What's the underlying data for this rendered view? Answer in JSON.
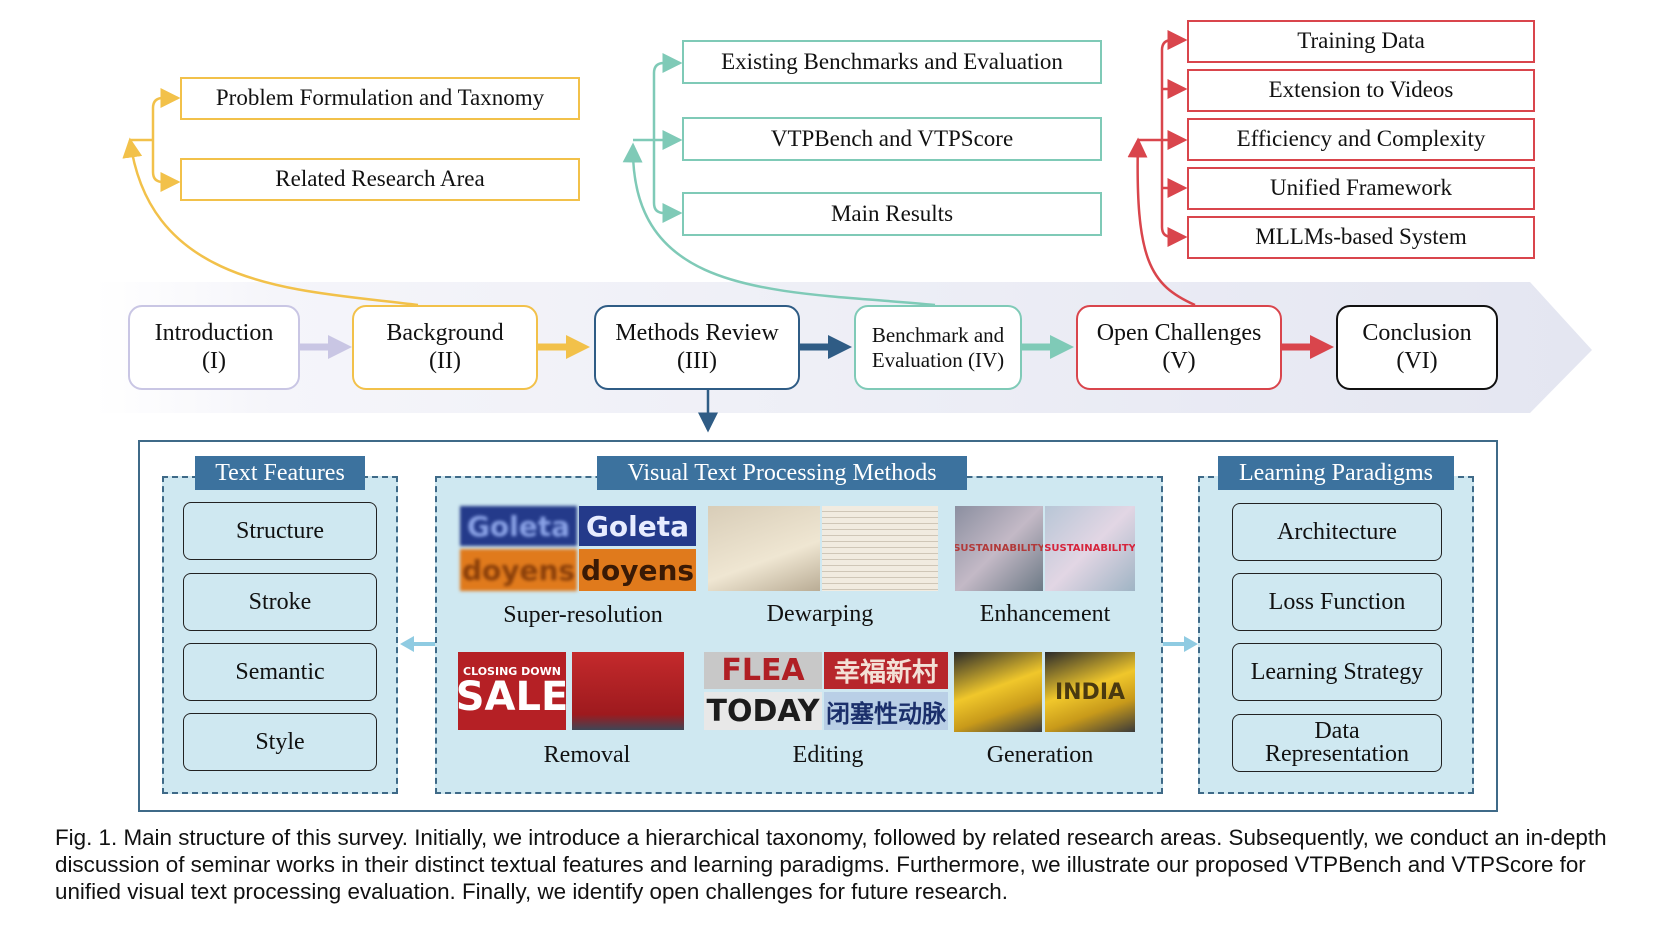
{
  "sections": [
    {
      "label": "Introduction",
      "num": "(I)"
    },
    {
      "label": "Background",
      "num": "(II)"
    },
    {
      "label": "Methods Review",
      "num": "(III)"
    },
    {
      "label": "Benchmark and",
      "label2": "Evaluation (IV)"
    },
    {
      "label": "Open Challenges",
      "num": "(V)"
    },
    {
      "label": "Conclusion",
      "num": "(VI)"
    }
  ],
  "background_items": [
    "Problem Formulation and Taxnomy",
    "Related Research Area"
  ],
  "benchmark_items": [
    "Existing Benchmarks and Evaluation",
    "VTPBench and VTPScore",
    "Main Results"
  ],
  "challenge_items": [
    "Training Data",
    "Extension to Videos",
    "Efficiency and Complexity",
    "Unified Framework",
    "MLLMs-based System"
  ],
  "text_features": {
    "title": "Text Features",
    "items": [
      "Structure",
      "Stroke",
      "Semantic",
      "Style"
    ]
  },
  "methods": {
    "title": "Visual Text Processing Methods",
    "items": [
      "Super-resolution",
      "Dewarping",
      "Enhancement",
      "Removal",
      "Editing",
      "Generation"
    ],
    "thumb_text": {
      "goleta": "Goleta",
      "doyens": "doyens",
      "closing": "CLOSING DOWN",
      "sale": "SALE",
      "flea": "FLEA",
      "today": "TODAY",
      "cn1": "幸福新村",
      "cn2": "闭塞性动脉",
      "sustain": "SUSTAINABILITY",
      "india": "INDIA"
    }
  },
  "learning": {
    "title": "Learning Paradigms",
    "items": [
      "Architecture",
      "Loss Function",
      "Learning Strategy",
      "Data",
      "Representation"
    ]
  },
  "caption": "Fig. 1. Main structure of this survey. Initially, we introduce a hierarchical taxonomy, followed by related research areas. Subsequently, we conduct an in-depth discussion of seminar works in their distinct textual features and learning paradigms. Furthermore, we illustrate our proposed VTPBench and VTPScore for unified visual text processing evaluation. Finally, we identify open challenges for future research.",
  "colors": {
    "background": "#f2c14a",
    "benchmark": "#7fcab7",
    "challenges": "#d9454c",
    "methods": "#2f5c85",
    "intro": "#c9c6e4",
    "panel": "#cfe8f1",
    "header": "#3c729e"
  }
}
